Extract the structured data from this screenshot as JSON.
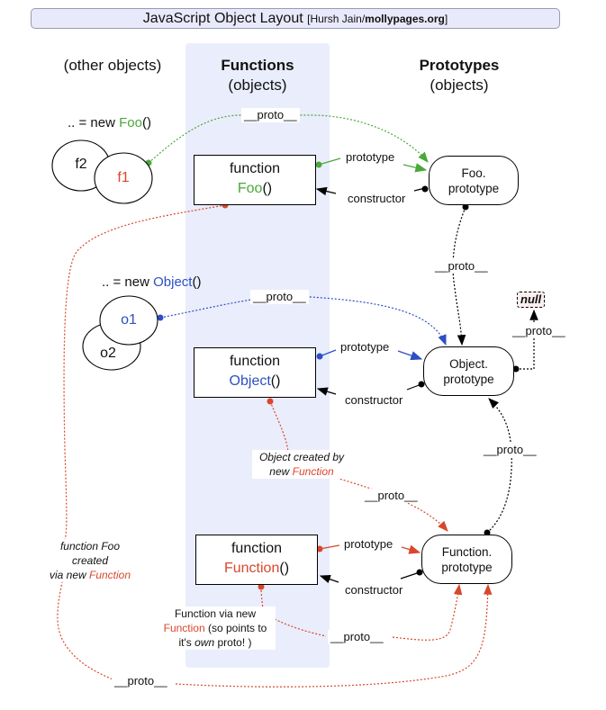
{
  "title": {
    "main": "JavaScript Object Layout",
    "credit_prefix": "[Hursh Jain/",
    "credit_site": "mollypages.org",
    "credit_suffix": "]"
  },
  "columns": {
    "other": {
      "label": "(other objects)"
    },
    "functions": {
      "label": "Functions",
      "sub": "(objects)"
    },
    "prototypes": {
      "label": "Prototypes",
      "sub": "(objects)"
    }
  },
  "instances": {
    "foo": {
      "caption_prefix": ".. = new ",
      "caption_ctor": "Foo",
      "caption_suffix": "()",
      "items": [
        "f2",
        "f1"
      ]
    },
    "object": {
      "caption_prefix": ".. = new ",
      "caption_ctor": "Object",
      "caption_suffix": "()",
      "items": [
        "o1",
        "o2"
      ]
    }
  },
  "functions": [
    {
      "keyword": "function",
      "name": "Foo",
      "parens": "()",
      "color": "#4aa83a"
    },
    {
      "keyword": "function",
      "name": "Object",
      "parens": "()",
      "color": "#2d4fc4"
    },
    {
      "keyword": "function",
      "name": "Function",
      "parens": "()",
      "color": "#d9472b"
    }
  ],
  "prototypes": [
    {
      "line1": "Foo.",
      "line2": "prototype"
    },
    {
      "line1": "Object.",
      "line2": "prototype"
    },
    {
      "line1": "Function.",
      "line2": "prototype"
    }
  ],
  "edge_labels": {
    "prototype": "prototype",
    "constructor": "constructor",
    "proto": "__proto__"
  },
  "null_label": "null",
  "notes": {
    "object_created_line1": "Object created by",
    "object_created_line2_prefix": "new ",
    "object_created_line2_fn": "Function",
    "foo_created_line1": "function Foo",
    "foo_created_line2": "created",
    "foo_created_line3_prefix": "via new ",
    "foo_created_line3_fn": "Function",
    "function_via_line1": "Function via new",
    "function_via_line2_fn": "Function",
    "function_via_line2_rest": " (so points to",
    "function_via_line3_prefix": "it's ",
    "function_via_line3_em": "own",
    "function_via_line3_suffix": " proto! )"
  },
  "colors": {
    "green": "#4aa83a",
    "blue": "#2d4fc4",
    "red": "#d9472b",
    "column_bg": "#eaedfb",
    "title_bg": "#e8e9fa"
  }
}
